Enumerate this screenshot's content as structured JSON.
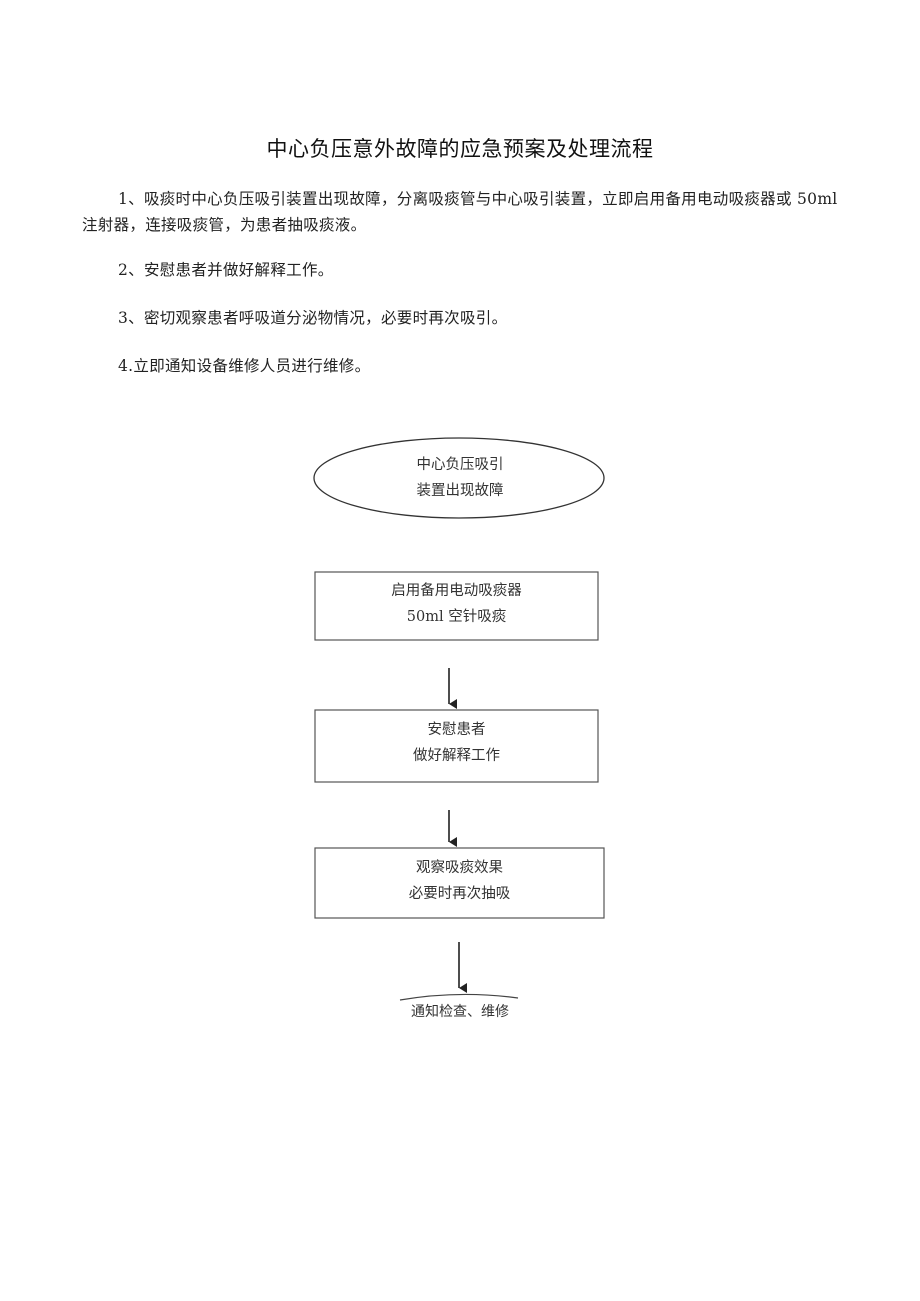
{
  "document": {
    "title": "中心负压意外故障的应急预案及处理流程",
    "paragraphs": [
      "1、吸痰时中心负压吸引装置出现故障，分离吸痰管与中心吸引装置，立即启用备用电动吸痰器或 50ml 注射器，连接吸痰管，为患者抽吸痰液。",
      "2、安慰患者并做好解释工作。",
      "3、密切观察患者呼吸道分泌物情况，必要时再次吸引。",
      "4.立即通知设备维修人员进行维修。"
    ]
  },
  "flowchart": {
    "start": {
      "line1": "中心负压吸引",
      "line2": "装置出现故障"
    },
    "step1": {
      "line1": "启用备用电动吸痰器",
      "line2": "50ml 空针吸痰"
    },
    "step2": {
      "line1": "安慰患者",
      "line2": "做好解释工作"
    },
    "step3": {
      "line1": "观察吸痰效果",
      "line2": "必要时再次抽吸"
    },
    "end": {
      "label": "通知检查、维修"
    }
  }
}
